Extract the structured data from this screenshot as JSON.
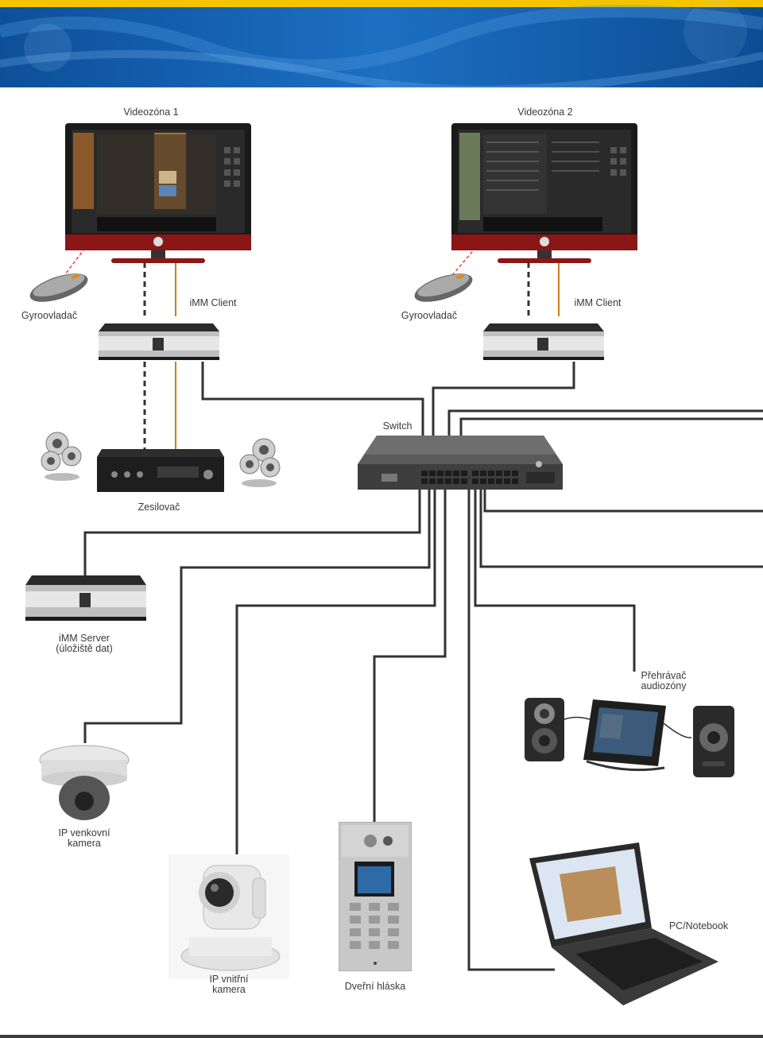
{
  "colors": {
    "yellow_stripe": "#f5c400",
    "header_blue": "#0f5aa8",
    "header_blue_light": "#2f86d6",
    "cable_dark": "#333333",
    "cable_orange": "#d07a1c",
    "wireless_red": "#e0452a"
  },
  "labels": {
    "zone1": "Videozóna 1",
    "zone2": "Videozóna 2",
    "gyro1": "Gyroovladač",
    "client1": "iMM Client",
    "gyro2": "Gyroovladač",
    "client2": "iMM Client",
    "switch": "Switch",
    "amplifier": "Zesilovač",
    "server_line1": "iMM Server",
    "server_line2": "(úložiště dat)",
    "player_line1": "Přehrávač",
    "player_line2": "audiozóny",
    "outdoor_cam_line1": "IP venkovní",
    "outdoor_cam_line2": "kamera",
    "pc": "PC/Notebook",
    "indoor_cam_line1": "IP vnitřní",
    "indoor_cam_line2": "kamera",
    "intercom": "Dveřní hláska"
  },
  "icons": [
    "tv-icon",
    "gyro-remote-icon",
    "media-client-icon",
    "network-switch-icon",
    "amplifier-icon",
    "speaker-icon",
    "media-server-icon",
    "dome-camera-icon",
    "ptz-camera-icon",
    "door-intercom-icon",
    "audio-player-icon",
    "laptop-icon"
  ]
}
